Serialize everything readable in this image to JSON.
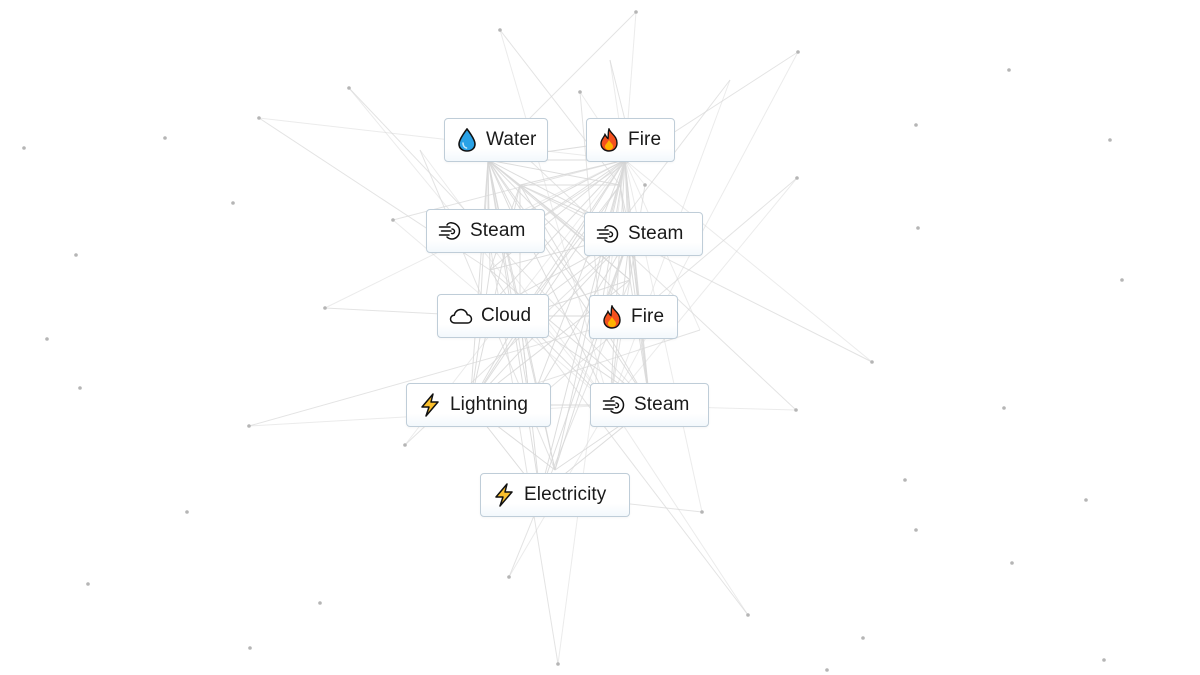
{
  "elements": [
    {
      "id": "water",
      "emoji": "drop-icon",
      "label": "Water"
    },
    {
      "id": "fire-1",
      "emoji": "fire-icon",
      "label": "Fire"
    },
    {
      "id": "steam-1",
      "emoji": "steam-icon",
      "label": "Steam"
    },
    {
      "id": "steam-2",
      "emoji": "steam-icon",
      "label": "Steam"
    },
    {
      "id": "cloud",
      "emoji": "cloud-icon",
      "label": "Cloud"
    },
    {
      "id": "fire-2",
      "emoji": "fire-icon",
      "label": "Fire"
    },
    {
      "id": "lightning",
      "emoji": "lightning-icon",
      "label": "Lightning"
    },
    {
      "id": "steam-3",
      "emoji": "steam-icon",
      "label": "Steam"
    },
    {
      "id": "electricity",
      "emoji": "lightning-icon",
      "label": "Electricity"
    }
  ],
  "colors": {
    "chip_border": "#bfcdd8",
    "web_line": "#d8d8d8",
    "dot": "#b5b5b5",
    "drop": "#2aa2e6",
    "fire_outer": "#f4511e",
    "fire_inner": "#ffb300",
    "lightning": "#fbc02d"
  }
}
